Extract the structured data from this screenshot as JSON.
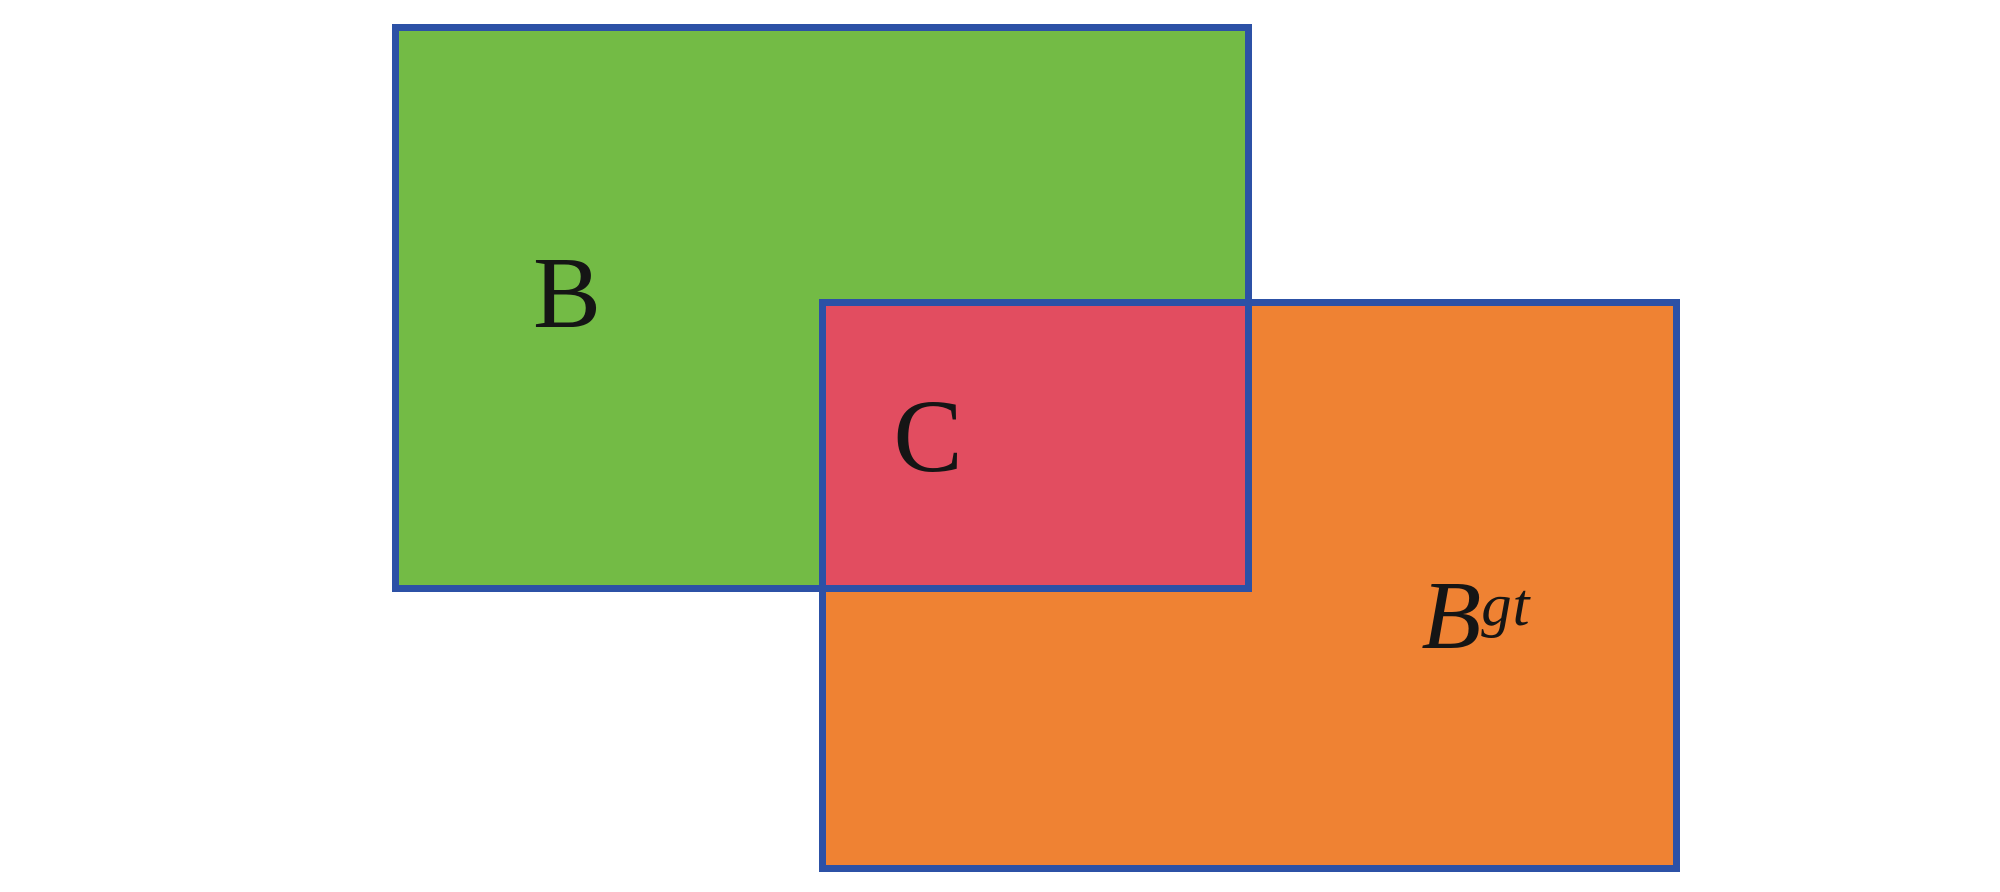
{
  "figure": {
    "boxes": {
      "b": {
        "label": "B"
      },
      "c": {
        "label": "C"
      },
      "bgt": {
        "label_base": "B",
        "label_superscript": "gt"
      }
    }
  },
  "colors": {
    "box-green": "#73bb45",
    "box-red": "#e24d60",
    "box-orange": "#ef8233",
    "border-blue": "#2c51a6",
    "label-black": "#151515",
    "background": "#ffffff"
  }
}
